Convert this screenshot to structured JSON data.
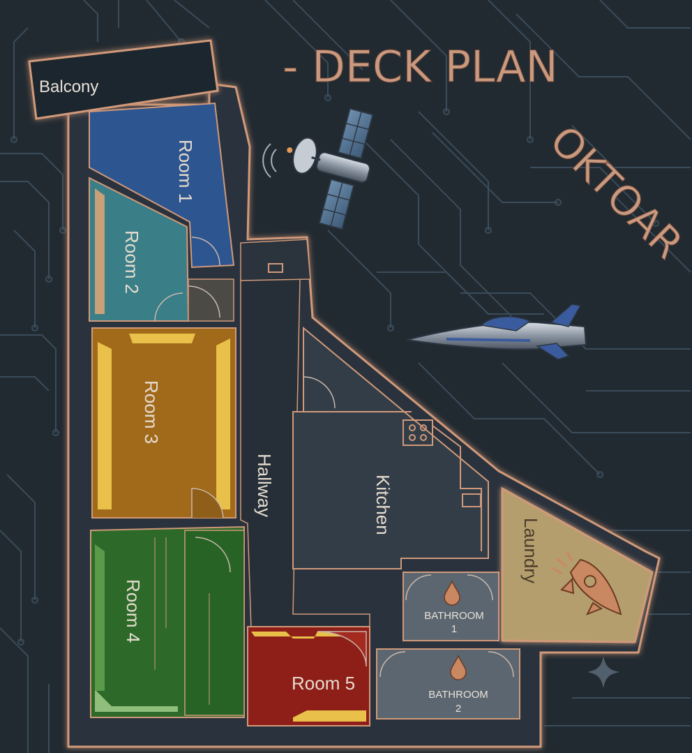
{
  "title": "- DECK PLAN",
  "side_title": "OKTOAR",
  "colors": {
    "background": "#222a31",
    "circuit": "#3d5060",
    "outline": "#d19a7a",
    "room1": "#2d5590",
    "room2": "#3a7e88",
    "room3": "#a16a1a",
    "room4": "#2d6a2a",
    "room5": "#8e1e18",
    "kitchen": "#333d48",
    "laundry": "#b59e6e",
    "bathroom": "#5c6670",
    "hallway": "#262f38"
  },
  "rooms": {
    "balcony": "Balcony",
    "room1": "Room 1",
    "room2": "Room 2",
    "room3": "Room 3",
    "room4": "Room 4",
    "room5": "Room 5",
    "hallway": "Hallway",
    "kitchen": "Kitchen",
    "laundry": "Laundry",
    "bathroom1_line1": "BATHROOM",
    "bathroom1_line2": "1",
    "bathroom2_line1": "BATHROOM",
    "bathroom2_line2": "2"
  },
  "icons": {
    "satellite": "satellite-icon",
    "ship": "spaceship-icon",
    "rocket": "rocket-icon",
    "drop": "water-drop-icon",
    "stove": "stove-icon",
    "sparkle": "sparkle-icon"
  }
}
